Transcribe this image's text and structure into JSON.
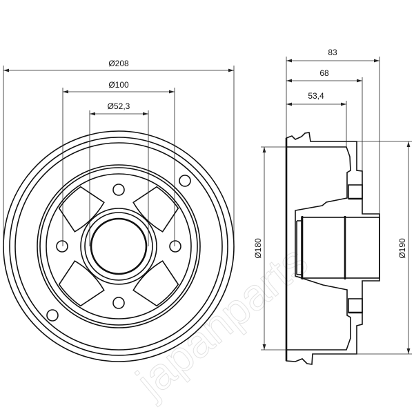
{
  "watermark": "japanparts",
  "front_view": {
    "dimensions": {
      "outer_diameter": "Ø208",
      "bolt_circle": "Ø100",
      "center_bore": "Ø52,3"
    }
  },
  "side_view": {
    "dimensions": {
      "total_height": "83",
      "height_2": "68",
      "height_3": "53,4",
      "drum_inner_diameter": "Ø180",
      "drum_outer_diameter": "Ø190"
    }
  }
}
